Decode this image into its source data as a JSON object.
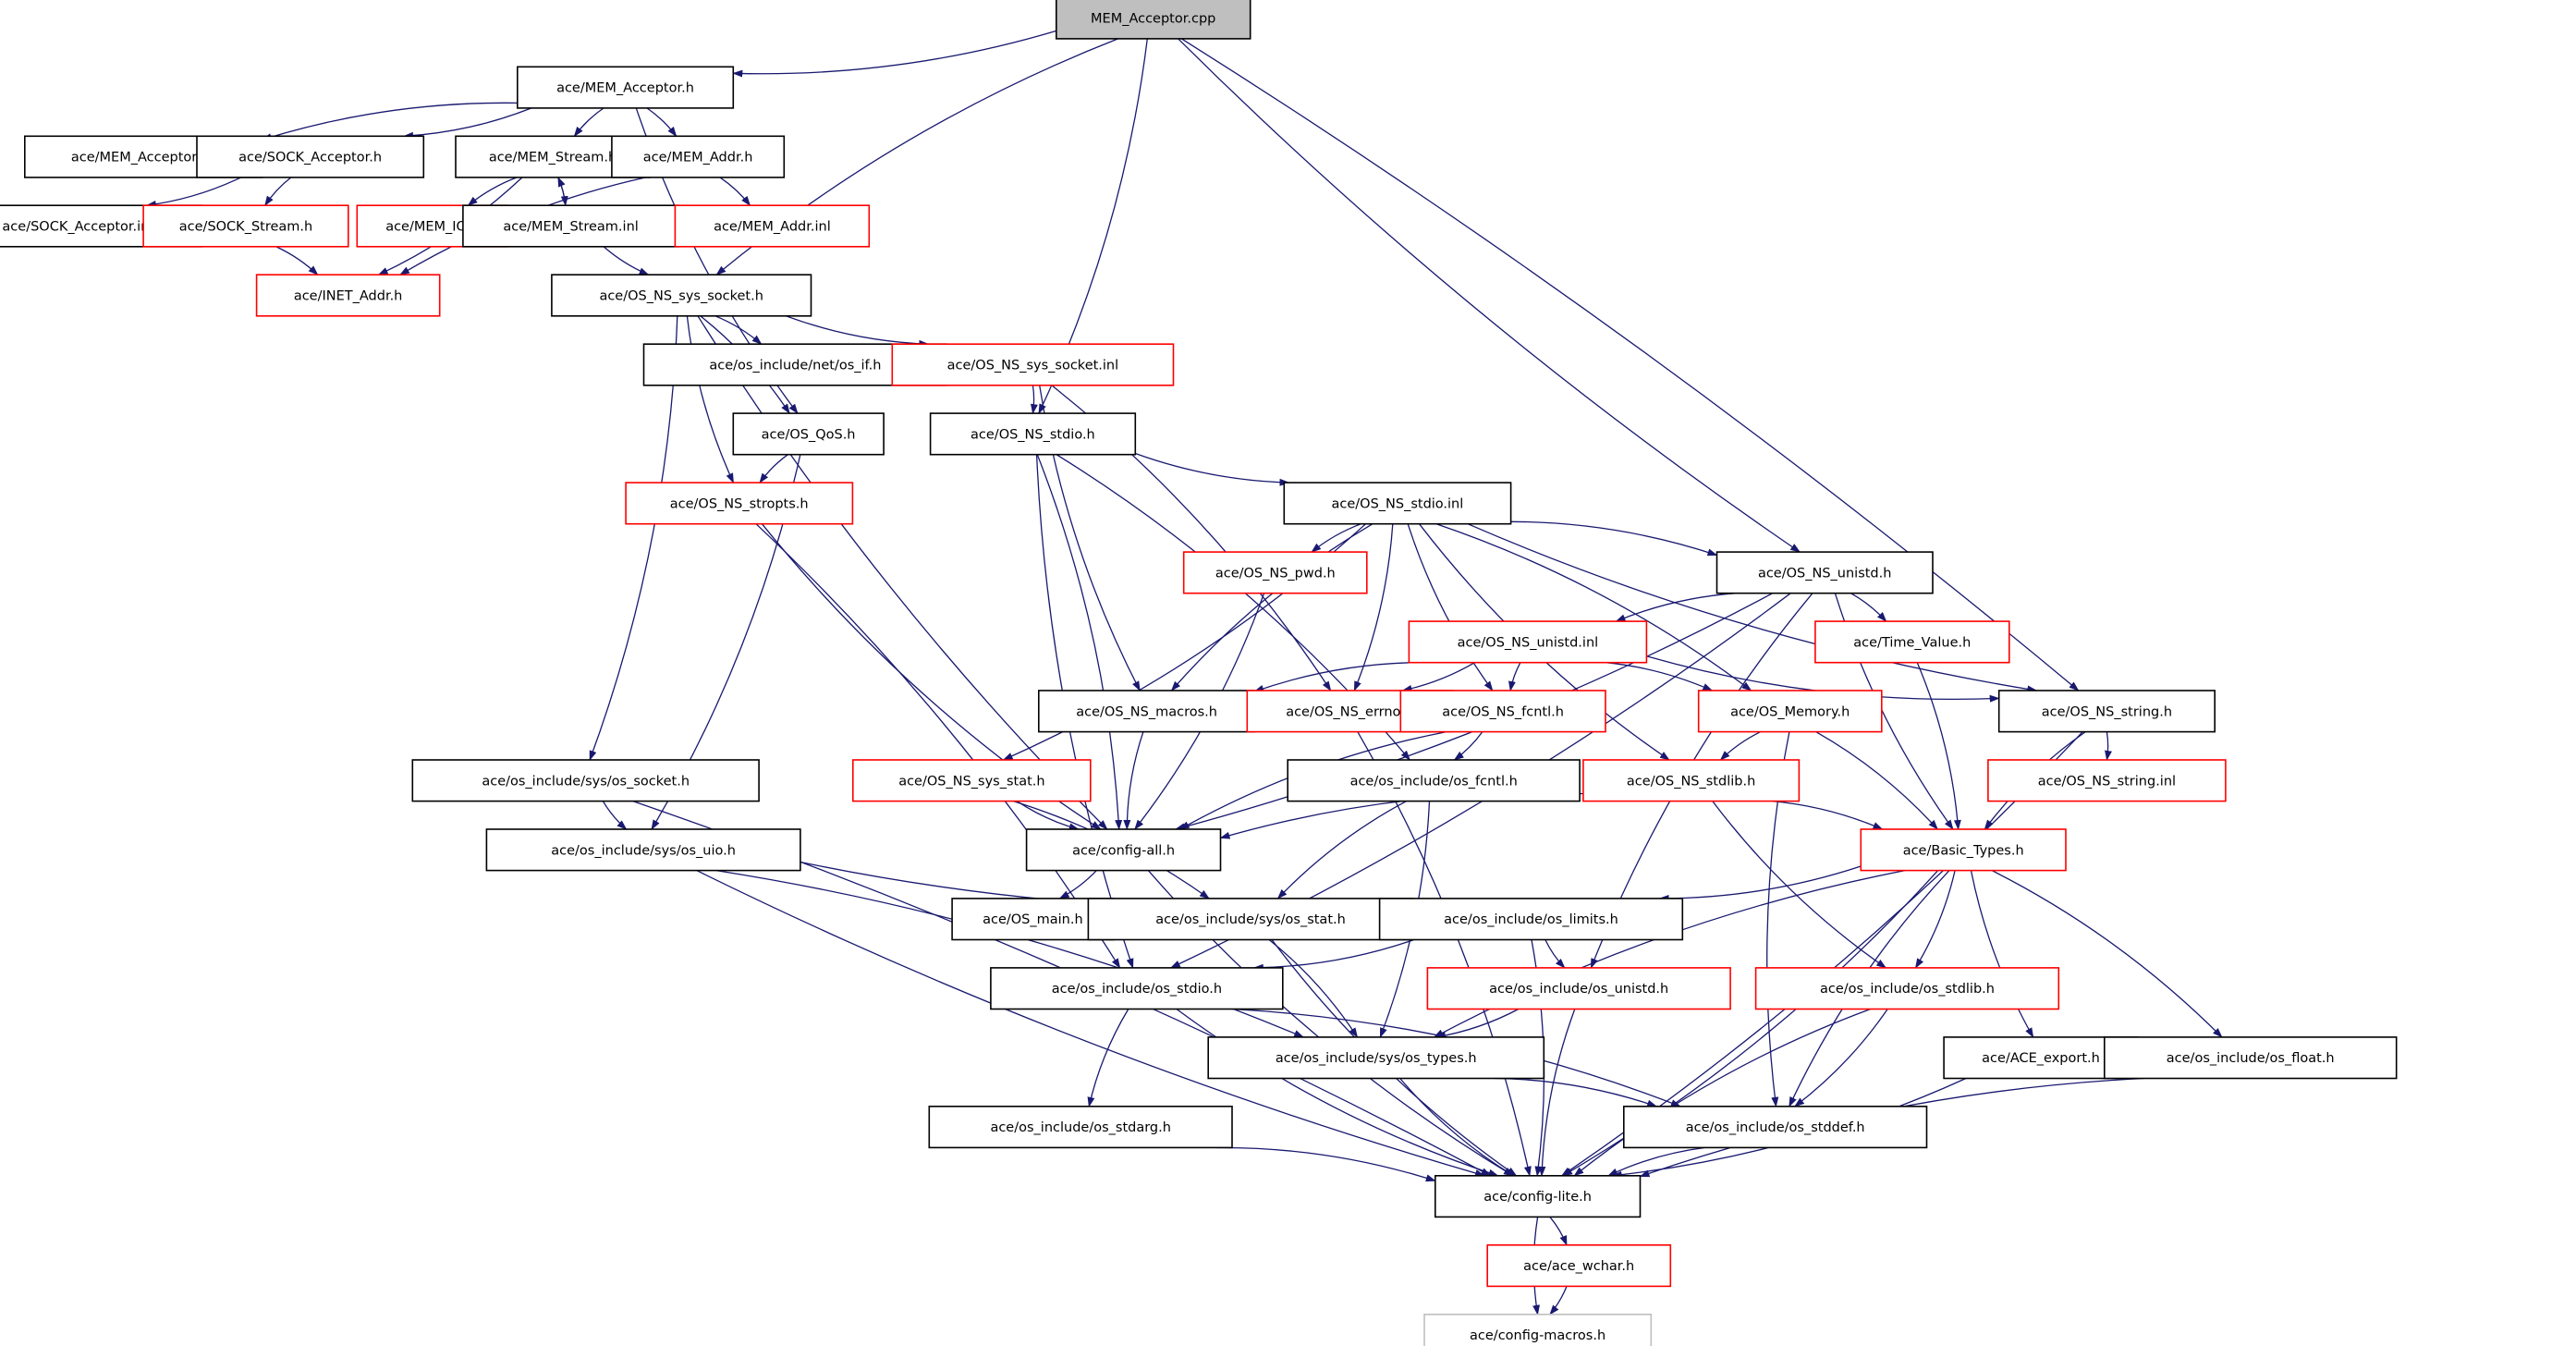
{
  "colors": {
    "edge": "#191970",
    "node_border_documented": "#000000",
    "node_border_undocumented": "#ff0000",
    "node_border_external": "#bfbfbf",
    "root_fill": "#bfbfbf"
  },
  "nodes": [
    {
      "id": "root",
      "label": "MEM_Acceptor.cpp",
      "kind": "root"
    },
    {
      "id": "mem_acceptor_h",
      "label": "ace/MEM_Acceptor.h",
      "kind": "doc"
    },
    {
      "id": "mem_acceptor_inl",
      "label": "ace/MEM_Acceptor.inl",
      "kind": "doc"
    },
    {
      "id": "sock_acceptor_h",
      "label": "ace/SOCK_Acceptor.h",
      "kind": "doc"
    },
    {
      "id": "mem_stream_h",
      "label": "ace/MEM_Stream.h",
      "kind": "doc"
    },
    {
      "id": "mem_addr_h",
      "label": "ace/MEM_Addr.h",
      "kind": "doc"
    },
    {
      "id": "sock_acceptor_inl",
      "label": "ace/SOCK_Acceptor.inl",
      "kind": "doc"
    },
    {
      "id": "sock_stream_h",
      "label": "ace/SOCK_Stream.h",
      "kind": "undoc"
    },
    {
      "id": "mem_io_h",
      "label": "ace/MEM_IO.h",
      "kind": "undoc"
    },
    {
      "id": "mem_stream_inl",
      "label": "ace/MEM_Stream.inl",
      "kind": "doc"
    },
    {
      "id": "mem_addr_inl",
      "label": "ace/MEM_Addr.inl",
      "kind": "undoc"
    },
    {
      "id": "inet_addr_h",
      "label": "ace/INET_Addr.h",
      "kind": "undoc"
    },
    {
      "id": "os_ns_sys_socket_h",
      "label": "ace/OS_NS_sys_socket.h",
      "kind": "doc"
    },
    {
      "id": "os_if_h",
      "label": "ace/os_include/net/os_if.h",
      "kind": "doc"
    },
    {
      "id": "os_ns_sys_socket_inl",
      "label": "ace/OS_NS_sys_socket.inl",
      "kind": "undoc"
    },
    {
      "id": "os_qos_h",
      "label": "ace/OS_QoS.h",
      "kind": "doc"
    },
    {
      "id": "os_ns_stdio_h",
      "label": "ace/OS_NS_stdio.h",
      "kind": "doc"
    },
    {
      "id": "os_ns_stropts_h",
      "label": "ace/OS_NS_stropts.h",
      "kind": "undoc"
    },
    {
      "id": "os_ns_stdio_inl",
      "label": "ace/OS_NS_stdio.inl",
      "kind": "doc"
    },
    {
      "id": "os_ns_pwd_h",
      "label": "ace/OS_NS_pwd.h",
      "kind": "undoc"
    },
    {
      "id": "os_ns_unistd_h",
      "label": "ace/OS_NS_unistd.h",
      "kind": "doc"
    },
    {
      "id": "os_ns_unistd_inl",
      "label": "ace/OS_NS_unistd.inl",
      "kind": "undoc"
    },
    {
      "id": "time_value_h",
      "label": "ace/Time_Value.h",
      "kind": "undoc"
    },
    {
      "id": "os_ns_macros_h",
      "label": "ace/OS_NS_macros.h",
      "kind": "doc"
    },
    {
      "id": "os_ns_errno_h",
      "label": "ace/OS_NS_errno.h",
      "kind": "undoc"
    },
    {
      "id": "os_ns_fcntl_h",
      "label": "ace/OS_NS_fcntl.h",
      "kind": "undoc"
    },
    {
      "id": "os_memory_h",
      "label": "ace/OS_Memory.h",
      "kind": "undoc"
    },
    {
      "id": "os_ns_string_h",
      "label": "ace/OS_NS_string.h",
      "kind": "doc"
    },
    {
      "id": "os_ns_string_inl",
      "label": "ace/OS_NS_string.inl",
      "kind": "undoc"
    },
    {
      "id": "sys_os_socket_h",
      "label": "ace/os_include/sys/os_socket.h",
      "kind": "doc"
    },
    {
      "id": "os_ns_sys_stat_h",
      "label": "ace/OS_NS_sys_stat.h",
      "kind": "undoc"
    },
    {
      "id": "os_fcntl_h",
      "label": "ace/os_include/os_fcntl.h",
      "kind": "doc"
    },
    {
      "id": "os_ns_stdlib_h",
      "label": "ace/OS_NS_stdlib.h",
      "kind": "undoc"
    },
    {
      "id": "basic_types_h",
      "label": "ace/Basic_Types.h",
      "kind": "undoc"
    },
    {
      "id": "sys_os_uio_h",
      "label": "ace/os_include/sys/os_uio.h",
      "kind": "doc"
    },
    {
      "id": "config_all_h",
      "label": "ace/config-all.h",
      "kind": "doc"
    },
    {
      "id": "os_main_h",
      "label": "ace/OS_main.h",
      "kind": "doc"
    },
    {
      "id": "sys_os_stat_h",
      "label": "ace/os_include/sys/os_stat.h",
      "kind": "doc"
    },
    {
      "id": "os_limits_h",
      "label": "ace/os_include/os_limits.h",
      "kind": "doc"
    },
    {
      "id": "os_stdio_h",
      "label": "ace/os_include/os_stdio.h",
      "kind": "doc"
    },
    {
      "id": "os_unistd_h",
      "label": "ace/os_include/os_unistd.h",
      "kind": "undoc"
    },
    {
      "id": "os_stdlib_h",
      "label": "ace/os_include/os_stdlib.h",
      "kind": "undoc"
    },
    {
      "id": "sys_os_types_h",
      "label": "ace/os_include/sys/os_types.h",
      "kind": "doc"
    },
    {
      "id": "ace_export_h",
      "label": "ace/ACE_export.h",
      "kind": "doc"
    },
    {
      "id": "os_float_h",
      "label": "ace/os_include/os_float.h",
      "kind": "doc"
    },
    {
      "id": "os_stdarg_h",
      "label": "ace/os_include/os_stdarg.h",
      "kind": "doc"
    },
    {
      "id": "os_stddef_h",
      "label": "ace/os_include/os_stddef.h",
      "kind": "doc"
    },
    {
      "id": "config_lite_h",
      "label": "ace/config-lite.h",
      "kind": "doc"
    },
    {
      "id": "ace_wchar_h",
      "label": "ace/ace_wchar.h",
      "kind": "undoc"
    },
    {
      "id": "config_macros_h",
      "label": "ace/config-macros.h",
      "kind": "external"
    }
  ],
  "edges": [
    [
      "root",
      "mem_acceptor_h"
    ],
    [
      "root",
      "os_ns_sys_socket_h"
    ],
    [
      "root",
      "os_ns_stdio_h"
    ],
    [
      "root",
      "os_ns_unistd_h"
    ],
    [
      "root",
      "os_ns_string_h"
    ],
    [
      "mem_acceptor_h",
      "mem_acceptor_inl"
    ],
    [
      "mem_acceptor_h",
      "sock_acceptor_h"
    ],
    [
      "mem_acceptor_h",
      "mem_stream_h"
    ],
    [
      "mem_acceptor_h",
      "mem_addr_h"
    ],
    [
      "mem_acceptor_h",
      "os_qos_h"
    ],
    [
      "sock_acceptor_h",
      "sock_acceptor_inl"
    ],
    [
      "sock_acceptor_h",
      "sock_stream_h"
    ],
    [
      "sock_stream_h",
      "inet_addr_h"
    ],
    [
      "mem_stream_h",
      "mem_io_h"
    ],
    [
      "mem_stream_h",
      "mem_stream_inl"
    ],
    [
      "mem_stream_inl",
      "mem_stream_h"
    ],
    [
      "mem_stream_h",
      "inet_addr_h"
    ],
    [
      "mem_stream_inl",
      "os_ns_sys_socket_h"
    ],
    [
      "mem_addr_h",
      "mem_addr_inl"
    ],
    [
      "mem_addr_h",
      "inet_addr_h"
    ],
    [
      "os_ns_sys_socket_h",
      "os_if_h"
    ],
    [
      "os_ns_sys_socket_h",
      "os_ns_sys_socket_inl"
    ],
    [
      "os_ns_sys_socket_h",
      "os_qos_h"
    ],
    [
      "os_ns_sys_socket_h",
      "os_ns_stropts_h"
    ],
    [
      "os_ns_sys_socket_h",
      "sys_os_socket_h"
    ],
    [
      "os_ns_sys_socket_h",
      "config_all_h"
    ],
    [
      "os_ns_sys_socket_inl",
      "os_ns_stdio_h"
    ],
    [
      "os_ns_sys_socket_inl",
      "os_ns_macros_h"
    ],
    [
      "os_ns_sys_socket_inl",
      "os_ns_errno_h"
    ],
    [
      "os_qos_h",
      "os_ns_stropts_h"
    ],
    [
      "os_qos_h",
      "sys_os_uio_h"
    ],
    [
      "os_ns_stdio_h",
      "os_ns_stdio_inl"
    ],
    [
      "os_ns_stdio_h",
      "config_all_h"
    ],
    [
      "os_ns_stdio_h",
      "os_stdio_h"
    ],
    [
      "os_ns_stdio_h",
      "os_fcntl_h"
    ],
    [
      "os_ns_stropts_h",
      "config_all_h"
    ],
    [
      "os_ns_stropts_h",
      "os_stdio_h"
    ],
    [
      "os_ns_stdio_inl",
      "os_ns_pwd_h"
    ],
    [
      "os_ns_stdio_inl",
      "os_ns_unistd_h"
    ],
    [
      "os_ns_stdio_inl",
      "os_ns_macros_h"
    ],
    [
      "os_ns_stdio_inl",
      "os_ns_errno_h"
    ],
    [
      "os_ns_stdio_inl",
      "os_ns_fcntl_h"
    ],
    [
      "os_ns_stdio_inl",
      "os_memory_h"
    ],
    [
      "os_ns_stdio_inl",
      "os_ns_string_h"
    ],
    [
      "os_ns_stdio_inl",
      "os_ns_sys_stat_h"
    ],
    [
      "os_ns_stdio_inl",
      "os_ns_stdlib_h"
    ],
    [
      "os_ns_pwd_h",
      "config_all_h"
    ],
    [
      "os_ns_unistd_h",
      "os_ns_unistd_inl"
    ],
    [
      "os_ns_unistd_h",
      "time_value_h"
    ],
    [
      "os_ns_unistd_h",
      "basic_types_h"
    ],
    [
      "os_ns_unistd_h",
      "config_all_h"
    ],
    [
      "os_ns_unistd_h",
      "os_unistd_h"
    ],
    [
      "os_ns_unistd_h",
      "os_stdio_h"
    ],
    [
      "os_ns_unistd_inl",
      "os_ns_macros_h"
    ],
    [
      "os_ns_unistd_inl",
      "os_ns_errno_h"
    ],
    [
      "os_ns_unistd_inl",
      "os_ns_fcntl_h"
    ],
    [
      "os_ns_unistd_inl",
      "os_memory_h"
    ],
    [
      "os_ns_unistd_inl",
      "os_ns_string_h"
    ],
    [
      "time_value_h",
      "basic_types_h"
    ],
    [
      "os_ns_macros_h",
      "config_all_h"
    ],
    [
      "os_ns_errno_h",
      "config_lite_h"
    ],
    [
      "os_ns_fcntl_h",
      "config_all_h"
    ],
    [
      "os_ns_fcntl_h",
      "os_fcntl_h"
    ],
    [
      "os_memory_h",
      "os_ns_stdlib_h"
    ],
    [
      "os_memory_h",
      "basic_types_h"
    ],
    [
      "os_memory_h",
      "os_stddef_h"
    ],
    [
      "os_ns_string_h",
      "os_ns_string_inl"
    ],
    [
      "os_ns_string_h",
      "basic_types_h"
    ],
    [
      "os_ns_string_h",
      "config_lite_h"
    ],
    [
      "sys_os_socket_h",
      "sys_os_uio_h"
    ],
    [
      "sys_os_socket_h",
      "config_lite_h"
    ],
    [
      "os_ns_sys_stat_h",
      "config_all_h"
    ],
    [
      "os_ns_sys_stat_h",
      "sys_os_stat_h"
    ],
    [
      "os_fcntl_h",
      "sys_os_stat_h"
    ],
    [
      "os_fcntl_h",
      "sys_os_types_h"
    ],
    [
      "os_ns_stdlib_h",
      "config_all_h"
    ],
    [
      "os_ns_stdlib_h",
      "basic_types_h"
    ],
    [
      "os_ns_stdlib_h",
      "os_stdlib_h"
    ],
    [
      "basic_types_h",
      "os_limits_h"
    ],
    [
      "basic_types_h",
      "sys_os_types_h"
    ],
    [
      "basic_types_h",
      "os_stdlib_h"
    ],
    [
      "basic_types_h",
      "ace_export_h"
    ],
    [
      "basic_types_h",
      "os_float_h"
    ],
    [
      "basic_types_h",
      "os_stddef_h"
    ],
    [
      "basic_types_h",
      "config_lite_h"
    ],
    [
      "sys_os_uio_h",
      "os_limits_h"
    ],
    [
      "sys_os_uio_h",
      "sys_os_types_h"
    ],
    [
      "sys_os_uio_h",
      "config_lite_h"
    ],
    [
      "config_all_h",
      "os_main_h"
    ],
    [
      "config_all_h",
      "config_lite_h"
    ],
    [
      "sys_os_stat_h",
      "sys_os_types_h"
    ],
    [
      "sys_os_stat_h",
      "config_lite_h"
    ],
    [
      "os_limits_h",
      "os_stdio_h"
    ],
    [
      "os_limits_h",
      "os_unistd_h"
    ],
    [
      "os_limits_h",
      "config_lite_h"
    ],
    [
      "os_stdio_h",
      "os_stdarg_h"
    ],
    [
      "os_stdio_h",
      "os_stddef_h"
    ],
    [
      "os_stdio_h",
      "config_lite_h"
    ],
    [
      "os_unistd_h",
      "sys_os_types_h"
    ],
    [
      "os_unistd_h",
      "config_lite_h"
    ],
    [
      "os_stdlib_h",
      "os_stddef_h"
    ],
    [
      "os_stdlib_h",
      "config_lite_h"
    ],
    [
      "sys_os_types_h",
      "os_stddef_h"
    ],
    [
      "sys_os_types_h",
      "config_lite_h"
    ],
    [
      "ace_export_h",
      "config_lite_h"
    ],
    [
      "os_float_h",
      "config_lite_h"
    ],
    [
      "os_stdarg_h",
      "config_lite_h"
    ],
    [
      "os_stddef_h",
      "config_lite_h"
    ],
    [
      "config_lite_h",
      "ace_wchar_h"
    ],
    [
      "config_lite_h",
      "config_macros_h"
    ],
    [
      "ace_wchar_h",
      "config_macros_h"
    ]
  ]
}
